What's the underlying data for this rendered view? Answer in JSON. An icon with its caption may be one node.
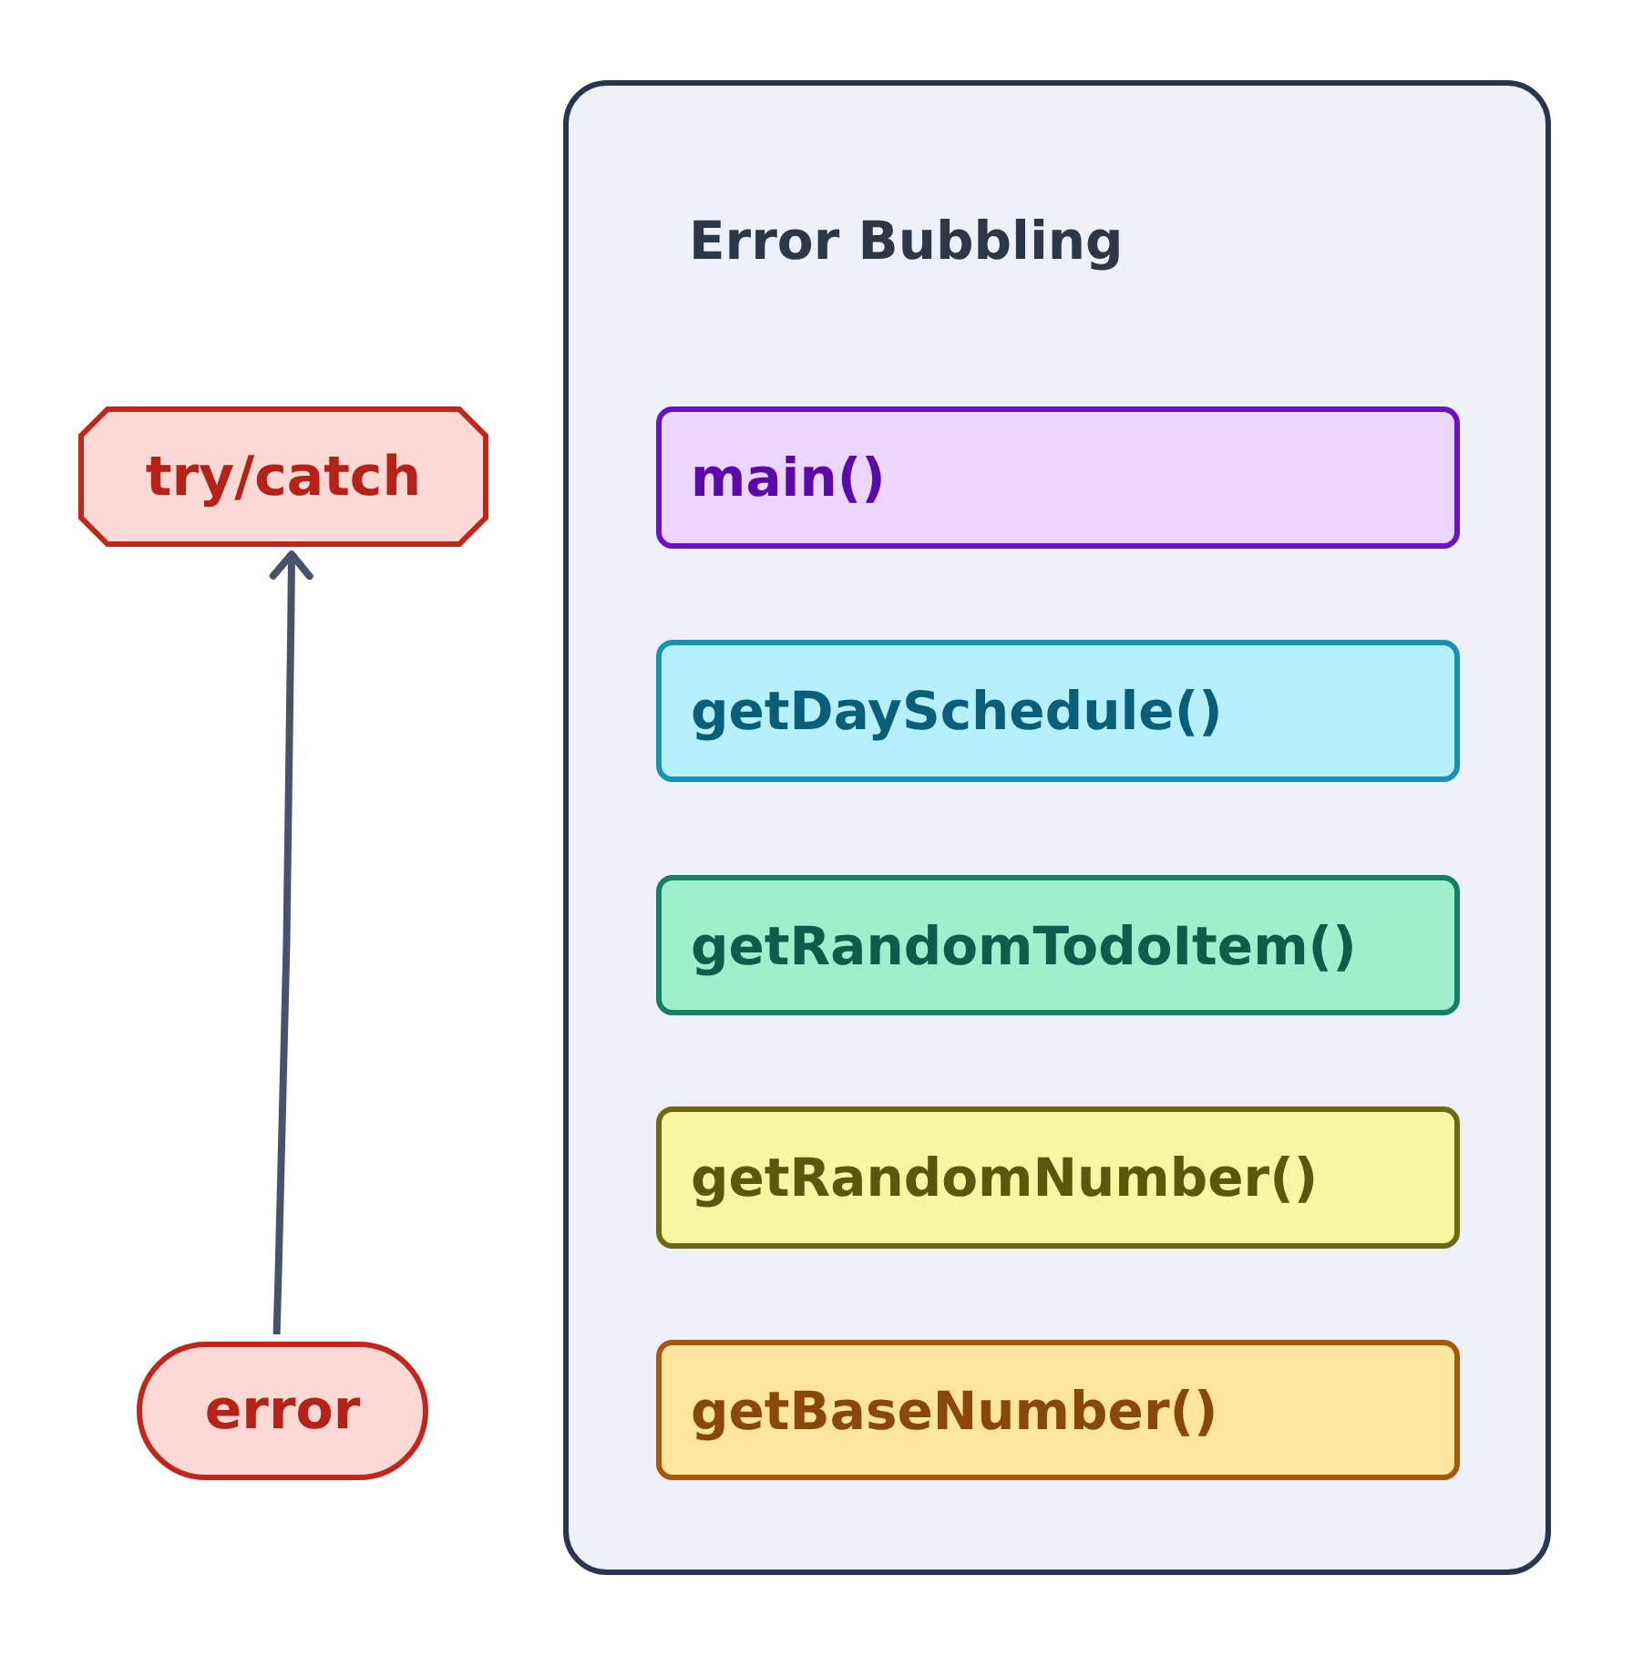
{
  "diagram": {
    "nodes": [
      {
        "text": [
          "try/catch"
        ]
      },
      {
        "text": [
          "error"
        ]
      },
      {
        "text": [
          "Error Bubbling"
        ]
      },
      {
        "text": [
          "main()"
        ],
        "in": 2
      },
      {
        "text": [
          "getDaySchedule()"
        ],
        "in": 2
      },
      {
        "text": [
          "getRandomTodoItem()"
        ],
        "in": 2
      },
      {
        "text": [
          "getRandomNumber()"
        ],
        "in": 2
      },
      {
        "text": [
          "getBaseNumber()"
        ],
        "in": 2
      }
    ],
    "edges": [
      {
        "from": 1,
        "to": 0,
        "arrow": "to"
      }
    ]
  }
}
